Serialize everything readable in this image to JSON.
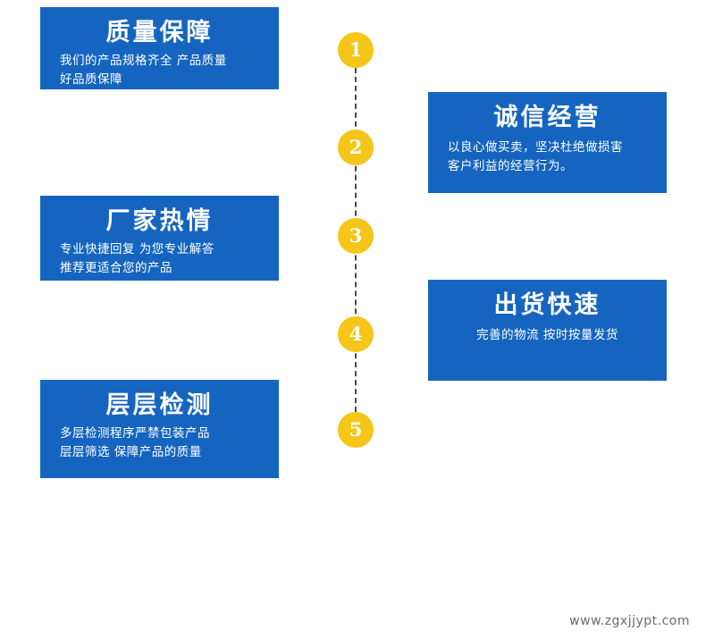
{
  "colors": {
    "card_blue": "#1565c0",
    "step_yellow": "#f5c518",
    "card_text": "#ffffff",
    "line": "#4a4a4a",
    "watermark": "#6b6b6b",
    "background": "#ffffff"
  },
  "cards": {
    "quality": {
      "title": "质量保障",
      "body": "我们的产品规格齐全 产品质量\n好品质保障"
    },
    "integrity": {
      "title": "诚信经营",
      "body": "以良心做买卖，坚决杜绝做损害\n客户利益的经营行为。"
    },
    "factory": {
      "title": "厂家热情",
      "body": "专业快捷回复 为您专业解答\n推荐更适合您的产品"
    },
    "shipping": {
      "title": "出货快速",
      "body": "完善的物流 按时按量发货"
    },
    "testing": {
      "title": "层层检测",
      "body": "多层检测程序严禁包装产品\n层层筛选 保障产品的质量"
    }
  },
  "timeline": {
    "steps": [
      {
        "number": "1"
      },
      {
        "number": "2"
      },
      {
        "number": "3"
      },
      {
        "number": "4"
      },
      {
        "number": "5"
      }
    ]
  },
  "watermark": {
    "text": "www.zgxjjypt.com"
  }
}
